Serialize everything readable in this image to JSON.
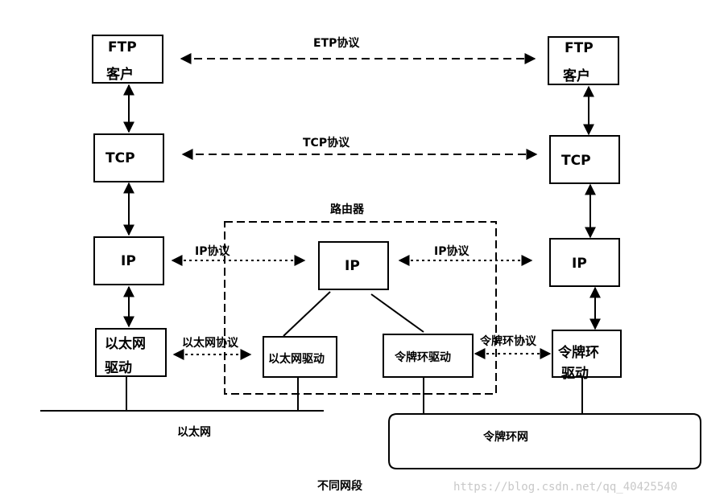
{
  "left_stack": {
    "ftp": [
      "FTP",
      "客户"
    ],
    "tcp": "TCP",
    "ip": "IP",
    "driver": [
      "以太网",
      "驱动"
    ]
  },
  "right_stack": {
    "ftp": [
      "FTP",
      "客户"
    ],
    "tcp": "TCP",
    "ip": "IP",
    "driver": [
      "令牌环",
      "驱动"
    ]
  },
  "router": {
    "title": "路由器",
    "ip": "IP",
    "eth_driver": "以太网驱动",
    "token_driver": "令牌环驱动"
  },
  "protocols": {
    "ftp": "ETP协议",
    "tcp": "TCP协议",
    "ip_left": "IP协议",
    "ip_right": "IP协议",
    "ethernet": "以太网协议",
    "token_ring": "令牌环协议"
  },
  "networks": {
    "ethernet": "以太网",
    "token_ring": "令牌环网"
  },
  "caption": "不同网段",
  "watermark": "https://blog.csdn.net/qq_40425540"
}
